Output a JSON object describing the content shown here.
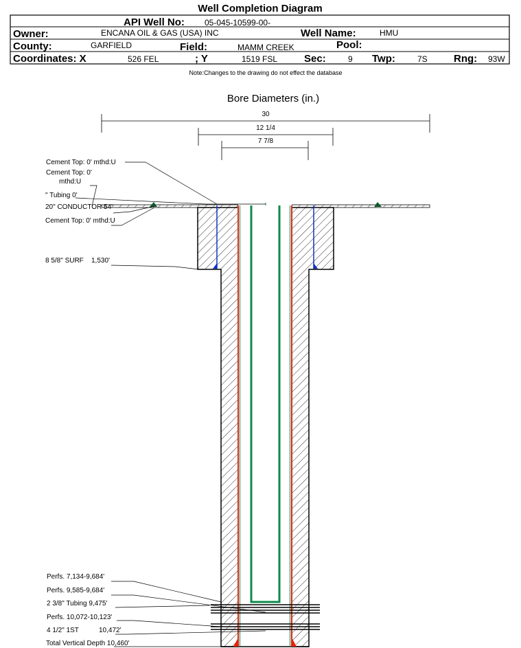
{
  "title": "Well Completion Diagram",
  "header": {
    "api_label": "API Well No:",
    "api_value": "05-045-10599-00-",
    "owner_label": "Owner:",
    "owner_value": "ENCANA OIL & GAS (USA) INC",
    "well_name_label": "Well Name:",
    "well_name_value": "HMU",
    "county_label": "County:",
    "county_value": "GARFIELD",
    "field_label": "Field:",
    "field_value": "MAMM CREEK",
    "pool_label": "Pool:",
    "coord_x_label": "Coordinates: X",
    "coord_x_value": "526 FEL",
    "coord_y_label": "; Y",
    "coord_y_value": "1519 FSL",
    "sec_label": "Sec:",
    "sec_value": "9",
    "twp_label": "Twp:",
    "twp_value": "7S",
    "rng_label": "Rng:",
    "rng_value": "93W"
  },
  "note": "Note:Changes to the drawing do not effect the database",
  "diagram": {
    "bore_title": "Bore Diameters (in.)",
    "dims": [
      "30",
      "12 1/4",
      "7 7/8"
    ],
    "labels": {
      "cement_top_1": "Cement Top: 0' mthd:U",
      "cement_top_2a": "Cement Top: 0'",
      "cement_top_2b": "mthd:U",
      "tubing_0": "\" Tubing 0'",
      "conductor": "20\" CONDUCTOR  54'",
      "cement_top_3": "Cement Top: 0' mthd:U",
      "surf_name": "8 5/8\" SURF",
      "surf_depth": "1,530'",
      "perfs_1": "Perfs. 7,134-9,684'",
      "perfs_2": "Perfs. 9,585-9,684'",
      "tubing": "2 3/8\" Tubing 9,475'",
      "perfs_3": "Perfs. 10,072-10,123'",
      "prod_name": "4 1/2\" 1ST",
      "prod_depth": "10,472'",
      "tvd": "Total Vertical Depth 10,460'"
    },
    "colors": {
      "production": "#e8200c",
      "tubing": "#0e8a4a",
      "surface": "#1030c8"
    }
  }
}
